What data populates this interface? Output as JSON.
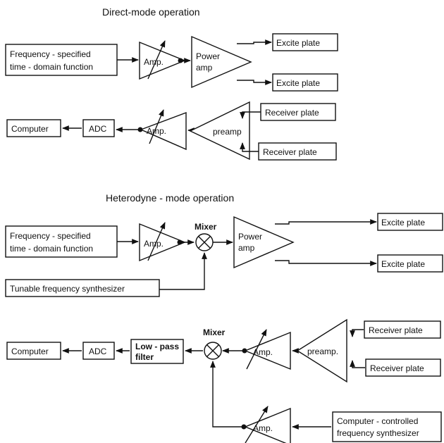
{
  "direct": {
    "title": "Direct-mode operation",
    "source_line1": "Frequency - specified",
    "source_line2": "time - domain function",
    "amp": "Amp.",
    "power_amp_line1": "Power",
    "power_amp_line2": "amp",
    "excite_plate_1": "Excite plate",
    "excite_plate_2": "Excite plate",
    "computer": "Computer",
    "adc": "ADC",
    "amp_rx": "Amp.",
    "preamp": "preamp",
    "receiver_plate_1": "Receiver plate",
    "receiver_plate_2": "Receiver plate"
  },
  "heterodyne": {
    "title": "Heterodyne - mode operation",
    "source_line1": "Frequency - specified",
    "source_line2": "time - domain function",
    "amp": "Amp.",
    "mixer_label": "Mixer",
    "power_amp_line1": "Power",
    "power_amp_line2": "amp",
    "excite_plate_1": "Excite plate",
    "excite_plate_2": "Excite plate",
    "synth": "Tunable frequency synthesizer",
    "computer": "Computer",
    "adc": "ADC",
    "lowpass_line1": "Low - pass",
    "lowpass_line2": "filter",
    "mixer_label_rx": "Mixer",
    "amp_rx": "Amp.",
    "preamp": "preamp.",
    "receiver_plate_1": "Receiver plate",
    "receiver_plate_2": "Receiver plate",
    "amp_lo": "Amp.",
    "cc_synth_line1": "Computer - controlled",
    "cc_synth_line2": "frequency synthesizer"
  }
}
